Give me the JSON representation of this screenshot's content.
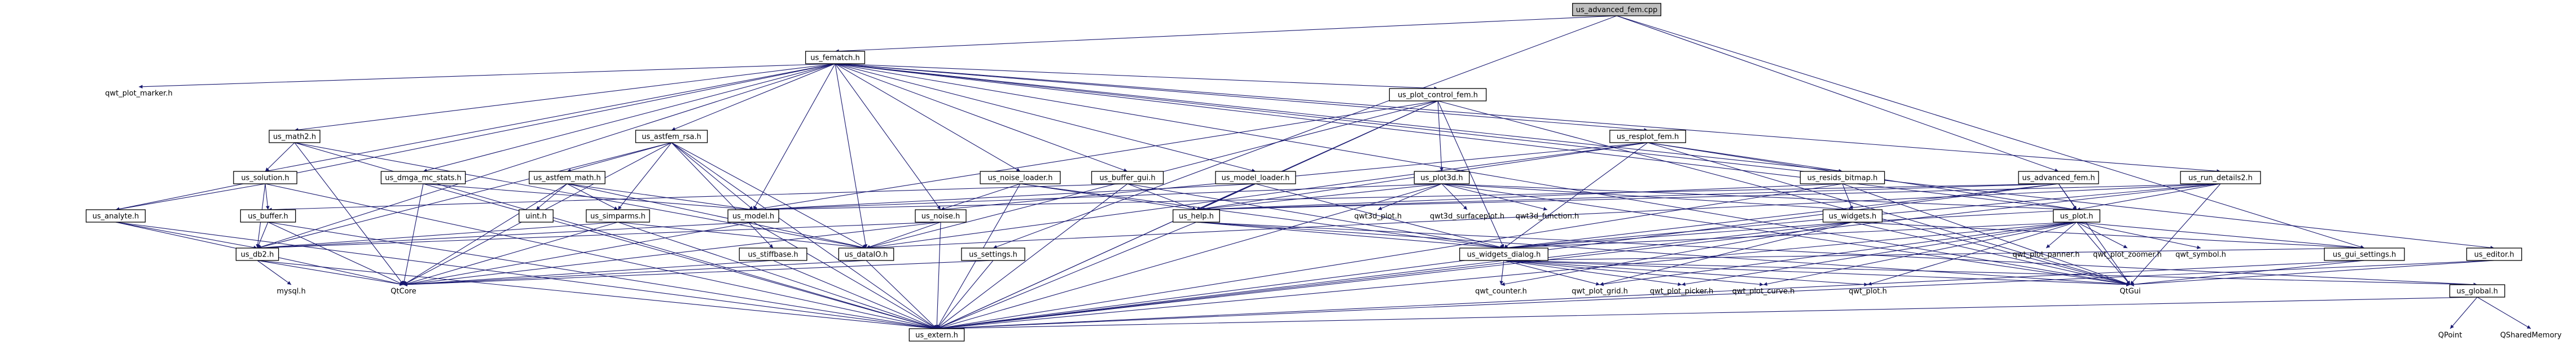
{
  "root": "us_advanced_fem.cpp",
  "nodes": [
    {
      "id": "root",
      "label": "us_advanced_fem.cpp",
      "root": true
    },
    {
      "id": "fematch",
      "label": "us_fematch.h"
    },
    {
      "id": "qwt_plot_marker",
      "label": "qwt_plot_marker.h",
      "plain": true
    },
    {
      "id": "math2",
      "label": "us_math2.h"
    },
    {
      "id": "astfem_rsa",
      "label": "us_astfem_rsa.h"
    },
    {
      "id": "dmga",
      "label": "us_dmga_mc_stats.h"
    },
    {
      "id": "plot_control",
      "label": "us_plot_control_fem.h"
    },
    {
      "id": "resplot",
      "label": "us_resplot_fem.h"
    },
    {
      "id": "solution",
      "label": "us_solution.h"
    },
    {
      "id": "astfem_math",
      "label": "us_astfem_math.h"
    },
    {
      "id": "noise_loader",
      "label": "us_noise_loader.h"
    },
    {
      "id": "buffer_gui",
      "label": "us_buffer_gui.h"
    },
    {
      "id": "model_loader",
      "label": "us_model_loader.h"
    },
    {
      "id": "plot3d",
      "label": "us_plot3d.h"
    },
    {
      "id": "resids_bitmap",
      "label": "us_resids_bitmap.h"
    },
    {
      "id": "advanced_fem",
      "label": "us_advanced_fem.h"
    },
    {
      "id": "run_details",
      "label": "us_run_details2.h"
    },
    {
      "id": "analyte",
      "label": "us_analyte.h"
    },
    {
      "id": "buffer",
      "label": "us_buffer.h"
    },
    {
      "id": "uint",
      "label": "uint.h"
    },
    {
      "id": "simparms",
      "label": "us_simparms.h"
    },
    {
      "id": "model",
      "label": "us_model.h"
    },
    {
      "id": "noise",
      "label": "us_noise.h"
    },
    {
      "id": "help",
      "label": "us_help.h"
    },
    {
      "id": "qwt3d_plot",
      "label": "qwt3d_plot.h",
      "plain": true
    },
    {
      "id": "qwt3d_surface",
      "label": "qwt3d_surfaceplot.h",
      "plain": true
    },
    {
      "id": "qwt3d_function",
      "label": "qwt3d_function.h",
      "plain": true
    },
    {
      "id": "widgets",
      "label": "us_widgets.h"
    },
    {
      "id": "plot",
      "label": "us_plot.h"
    },
    {
      "id": "db2",
      "label": "us_db2.h"
    },
    {
      "id": "stiffbase",
      "label": "us_stiffbase.h"
    },
    {
      "id": "dataIO",
      "label": "us_dataIO.h"
    },
    {
      "id": "settings",
      "label": "us_settings.h"
    },
    {
      "id": "widgets_dialog",
      "label": "us_widgets_dialog.h"
    },
    {
      "id": "qwt_plot_panner",
      "label": "qwt_plot_panner.h",
      "plain": true
    },
    {
      "id": "qwt_plot_zoomer",
      "label": "qwt_plot_zoomer.h",
      "plain": true
    },
    {
      "id": "qwt_symbol",
      "label": "qwt_symbol.h",
      "plain": true
    },
    {
      "id": "gui_settings",
      "label": "us_gui_settings.h"
    },
    {
      "id": "editor",
      "label": "us_editor.h"
    },
    {
      "id": "mysql",
      "label": "mysql.h",
      "plain": true
    },
    {
      "id": "qtcore",
      "label": "QtCore",
      "plain": true
    },
    {
      "id": "qwt_counter",
      "label": "qwt_counter.h",
      "plain": true
    },
    {
      "id": "qwt_plot_grid",
      "label": "qwt_plot_grid.h",
      "plain": true
    },
    {
      "id": "qwt_plot_picker",
      "label": "qwt_plot_picker.h",
      "plain": true
    },
    {
      "id": "qwt_plot_curve",
      "label": "qwt_plot_curve.h",
      "plain": true
    },
    {
      "id": "qwt_plot",
      "label": "qwt_plot.h",
      "plain": true
    },
    {
      "id": "qtgui",
      "label": "QtGui",
      "plain": true
    },
    {
      "id": "global",
      "label": "us_global.h"
    },
    {
      "id": "extern",
      "label": "us_extern.h"
    },
    {
      "id": "qpoint",
      "label": "QPoint",
      "plain": true
    },
    {
      "id": "qsharedmemory",
      "label": "QSharedMemory",
      "plain": true
    }
  ],
  "edges": [
    [
      "root",
      "fematch"
    ],
    [
      "root",
      "advanced_fem"
    ],
    [
      "root",
      "gui_settings"
    ],
    [
      "root",
      "settings"
    ],
    [
      "fematch",
      "qwt_plot_marker"
    ],
    [
      "fematch",
      "math2"
    ],
    [
      "fematch",
      "astfem_rsa"
    ],
    [
      "fematch",
      "dmga"
    ],
    [
      "fematch",
      "plot_control"
    ],
    [
      "fematch",
      "resplot"
    ],
    [
      "fematch",
      "solution"
    ],
    [
      "fematch",
      "analyte"
    ],
    [
      "fematch",
      "noise_loader"
    ],
    [
      "fematch",
      "buffer_gui"
    ],
    [
      "fematch",
      "model_loader"
    ],
    [
      "fematch",
      "resids_bitmap"
    ],
    [
      "fematch",
      "run_details"
    ],
    [
      "fematch",
      "editor"
    ],
    [
      "fematch",
      "noise"
    ],
    [
      "fematch",
      "dataIO"
    ],
    [
      "fematch",
      "db2"
    ],
    [
      "fematch",
      "model"
    ],
    [
      "fematch",
      "plot"
    ],
    [
      "fematch",
      "qtgui"
    ],
    [
      "math2",
      "solution"
    ],
    [
      "math2",
      "qtcore"
    ],
    [
      "math2",
      "extern"
    ],
    [
      "math2",
      "dataIO"
    ],
    [
      "solution",
      "buffer"
    ],
    [
      "solution",
      "analyte"
    ],
    [
      "solution",
      "extern"
    ],
    [
      "solution",
      "db2"
    ],
    [
      "analyte",
      "db2"
    ],
    [
      "analyte",
      "extern"
    ],
    [
      "analyte",
      "qtcore"
    ],
    [
      "buffer",
      "db2"
    ],
    [
      "buffer",
      "extern"
    ],
    [
      "buffer",
      "qtcore"
    ],
    [
      "db2",
      "mysql"
    ],
    [
      "db2",
      "qtcore"
    ],
    [
      "db2",
      "extern"
    ],
    [
      "astfem_rsa",
      "astfem_math"
    ],
    [
      "astfem_rsa",
      "model"
    ],
    [
      "astfem_rsa",
      "simparms"
    ],
    [
      "astfem_rsa",
      "stiffbase"
    ],
    [
      "astfem_rsa",
      "dataIO"
    ],
    [
      "astfem_rsa",
      "db2"
    ],
    [
      "astfem_rsa",
      "qtcore"
    ],
    [
      "astfem_rsa",
      "extern"
    ],
    [
      "astfem_math",
      "uint"
    ],
    [
      "astfem_math",
      "simparms"
    ],
    [
      "astfem_math",
      "model"
    ],
    [
      "astfem_math",
      "dataIO"
    ],
    [
      "astfem_math",
      "qtcore"
    ],
    [
      "simparms",
      "db2"
    ],
    [
      "simparms",
      "dataIO"
    ],
    [
      "simparms",
      "extern"
    ],
    [
      "simparms",
      "qtcore"
    ],
    [
      "stiffbase",
      "qtcore"
    ],
    [
      "stiffbase",
      "extern"
    ],
    [
      "dmga",
      "model"
    ],
    [
      "dmga",
      "extern"
    ],
    [
      "dmga",
      "qtcore"
    ],
    [
      "model",
      "db2"
    ],
    [
      "model",
      "extern"
    ],
    [
      "model",
      "qtcore"
    ],
    [
      "noise",
      "db2"
    ],
    [
      "noise",
      "dataIO"
    ],
    [
      "noise",
      "extern"
    ],
    [
      "noise",
      "qtcore"
    ],
    [
      "dataIO",
      "qtcore"
    ],
    [
      "dataIO",
      "extern"
    ],
    [
      "plot_control",
      "plot3d"
    ],
    [
      "plot_control",
      "model"
    ],
    [
      "plot_control",
      "help"
    ],
    [
      "plot_control",
      "widgets_dialog"
    ],
    [
      "plot_control",
      "dataIO"
    ],
    [
      "plot_control",
      "qtgui"
    ],
    [
      "plot_control",
      "extern"
    ],
    [
      "resplot",
      "noise"
    ],
    [
      "resplot",
      "resids_bitmap"
    ],
    [
      "resplot",
      "help"
    ],
    [
      "resplot",
      "plot"
    ],
    [
      "resplot",
      "dataIO"
    ],
    [
      "resplot",
      "widgets_dialog"
    ],
    [
      "resplot",
      "qtgui"
    ],
    [
      "noise_loader",
      "noise"
    ],
    [
      "noise_loader",
      "widgets_dialog"
    ],
    [
      "noise_loader",
      "help"
    ],
    [
      "noise_loader",
      "extern"
    ],
    [
      "buffer_gui",
      "buffer"
    ],
    [
      "buffer_gui",
      "help"
    ],
    [
      "buffer_gui",
      "widgets_dialog"
    ],
    [
      "buffer_gui",
      "extern"
    ],
    [
      "model_loader",
      "model"
    ],
    [
      "model_loader",
      "help"
    ],
    [
      "model_loader",
      "widgets_dialog"
    ],
    [
      "model_loader",
      "extern"
    ],
    [
      "plot3d",
      "qwt3d_plot"
    ],
    [
      "plot3d",
      "qwt3d_surface"
    ],
    [
      "plot3d",
      "qwt3d_function"
    ],
    [
      "plot3d",
      "help"
    ],
    [
      "plot3d",
      "widgets"
    ],
    [
      "plot3d",
      "plot"
    ],
    [
      "plot3d",
      "model"
    ],
    [
      "plot3d",
      "qtgui"
    ],
    [
      "plot3d",
      "extern"
    ],
    [
      "resids_bitmap",
      "widgets"
    ],
    [
      "resids_bitmap",
      "help"
    ],
    [
      "resids_bitmap",
      "qtgui"
    ],
    [
      "resids_bitmap",
      "extern"
    ],
    [
      "advanced_fem",
      "widgets_dialog"
    ],
    [
      "advanced_fem",
      "help"
    ],
    [
      "advanced_fem",
      "plot"
    ],
    [
      "advanced_fem",
      "model"
    ],
    [
      "advanced_fem",
      "qtgui"
    ],
    [
      "advanced_fem",
      "extern"
    ],
    [
      "run_details",
      "widgets_dialog"
    ],
    [
      "run_details",
      "help"
    ],
    [
      "run_details",
      "plot"
    ],
    [
      "run_details",
      "dataIO"
    ],
    [
      "run_details",
      "qtgui"
    ],
    [
      "run_details",
      "extern"
    ],
    [
      "help",
      "widgets_dialog"
    ],
    [
      "help",
      "qtgui"
    ],
    [
      "help",
      "extern"
    ],
    [
      "help",
      "global"
    ],
    [
      "widgets",
      "widgets_dialog"
    ],
    [
      "widgets",
      "plot"
    ],
    [
      "widgets",
      "qwt_counter"
    ],
    [
      "widgets",
      "qtgui"
    ],
    [
      "widgets",
      "gui_settings"
    ],
    [
      "widgets",
      "extern"
    ],
    [
      "widgets",
      "qwt_plot_grid"
    ],
    [
      "plot",
      "qwt_plot_panner"
    ],
    [
      "plot",
      "qwt_plot_zoomer"
    ],
    [
      "plot",
      "qwt_symbol"
    ],
    [
      "plot",
      "widgets_dialog"
    ],
    [
      "plot",
      "qwt_plot_grid"
    ],
    [
      "plot",
      "qwt_plot_picker"
    ],
    [
      "plot",
      "qwt_plot_curve"
    ],
    [
      "plot",
      "qwt_plot"
    ],
    [
      "plot",
      "gui_settings"
    ],
    [
      "plot",
      "qtgui"
    ],
    [
      "plot",
      "extern"
    ],
    [
      "widgets_dialog",
      "qwt_counter"
    ],
    [
      "widgets_dialog",
      "qwt_plot_grid"
    ],
    [
      "widgets_dialog",
      "qwt_plot_picker"
    ],
    [
      "widgets_dialog",
      "qwt_plot_curve"
    ],
    [
      "widgets_dialog",
      "qwt_plot"
    ],
    [
      "widgets_dialog",
      "gui_settings"
    ],
    [
      "widgets_dialog",
      "global"
    ],
    [
      "widgets_dialog",
      "qtgui"
    ],
    [
      "widgets_dialog",
      "extern"
    ],
    [
      "settings",
      "qtcore"
    ],
    [
      "settings",
      "extern"
    ],
    [
      "gui_settings",
      "qtgui"
    ],
    [
      "gui_settings",
      "extern"
    ],
    [
      "editor",
      "qtgui"
    ],
    [
      "editor",
      "extern"
    ],
    [
      "global",
      "qpoint"
    ],
    [
      "global",
      "qsharedmemory"
    ],
    [
      "global",
      "extern"
    ]
  ]
}
